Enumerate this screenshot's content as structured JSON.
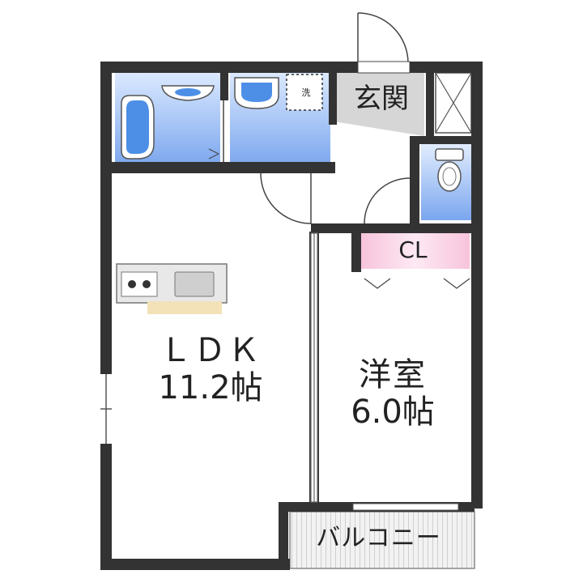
{
  "rooms": {
    "ldk": {
      "name": "ＬＤＫ",
      "size": "11.2帖"
    },
    "yoshitsu": {
      "name": "洋室",
      "size": "6.0帖"
    },
    "genkan": {
      "name": "玄関"
    },
    "closet": {
      "name": "CL"
    },
    "balcony": {
      "name": "バルコニー"
    },
    "washer": {
      "name": "洗"
    }
  },
  "colors": {
    "wall": "#333333",
    "wet_area": "#8fb8ea",
    "wet_area_light": "#dbe9ff",
    "genkan_floor": "#d4d4d4",
    "closet": "#f8c8df",
    "counter": "#f3e2b8",
    "balcony_hatch": "#dddddd"
  }
}
